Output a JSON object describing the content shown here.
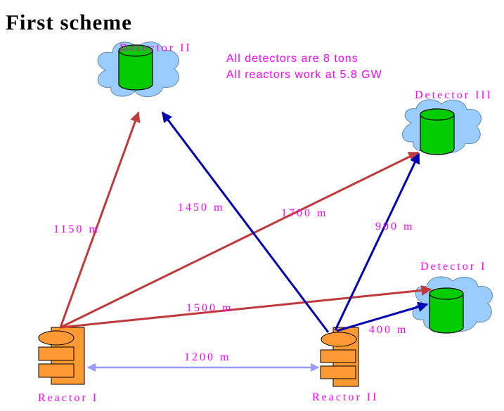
{
  "title": "First scheme",
  "notes": {
    "line1": "All detectors are 8 tons",
    "line2": "All reactors work at 5.8 GW"
  },
  "detectors": {
    "d1": "Detector I",
    "d2": "Detector II",
    "d3": "Detector III"
  },
  "reactors": {
    "r1": "Reactor I",
    "r2": "Reactor II"
  },
  "distances": {
    "r1_d2": "1150 m",
    "r2_d2": "1450 m",
    "r1_d3": "1700 m",
    "r2_d3": "900 m",
    "r1_d1": "1500 m",
    "r2_d1": "400 m",
    "r1_r2": "1200 m"
  },
  "colors": {
    "label": "#ff00ff",
    "red_arrow": "#c0393b",
    "blue_arrow": "#0000b4",
    "baseline_arrow": "#9999ff",
    "cloud": "#99ccff",
    "detector": "#00cc00",
    "reactor": "#ff9933"
  }
}
